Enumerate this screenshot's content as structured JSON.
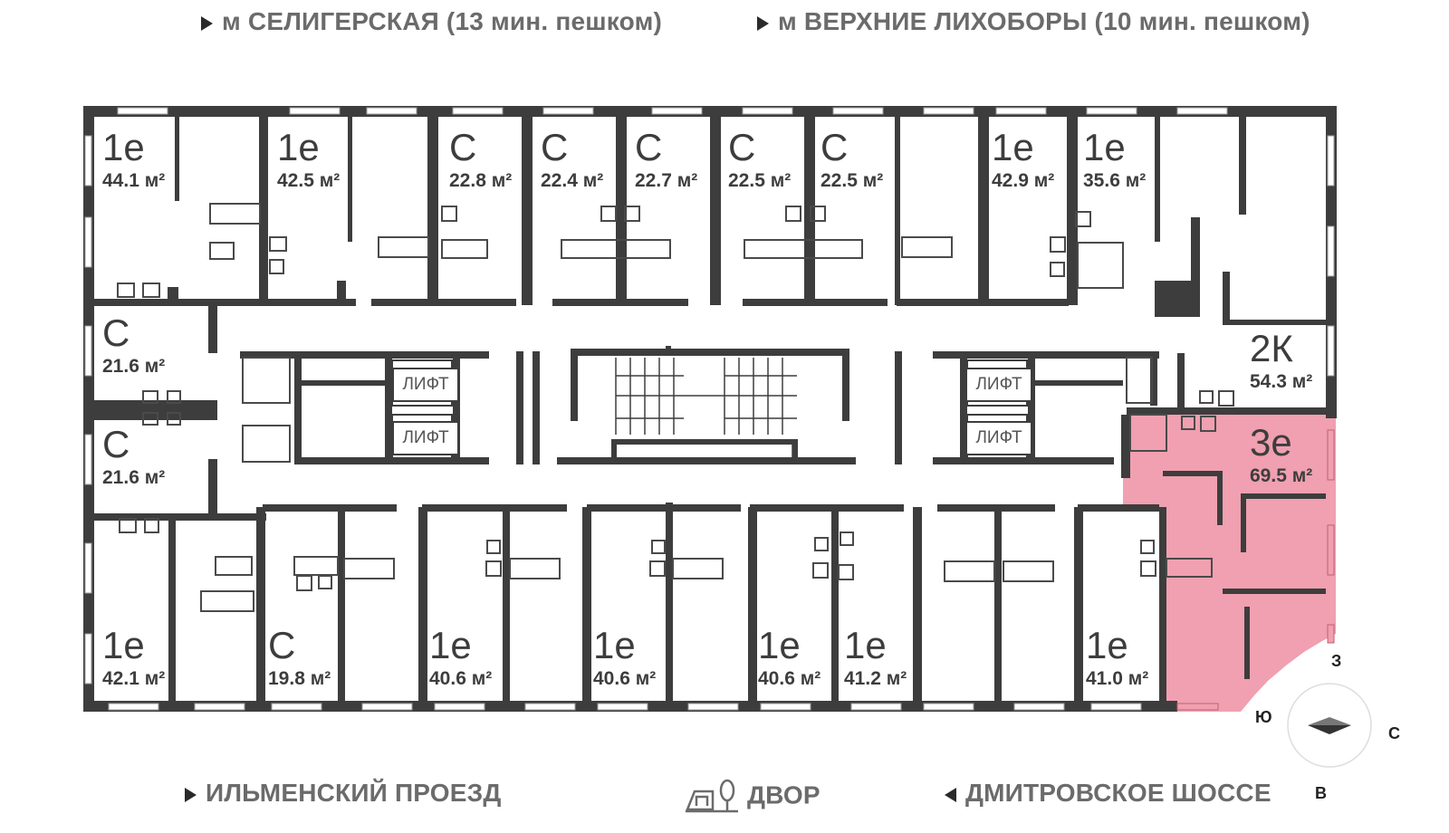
{
  "streets": {
    "top_left": "м СЕЛИГЕРСКАЯ (13 мин. пешком)",
    "top_right": "м ВЕРХНИЕ ЛИХОБОРЫ (10 мин. пешком)",
    "bottom_left": "ИЛЬМЕНСКИЙ ПРОЕЗД",
    "bottom_center": "ДВОР",
    "bottom_right": "ДМИТРОВСКОЕ ШОССЕ"
  },
  "lift_label": "ЛИФТ",
  "highlight_color": "#f0a0b0",
  "wall_color": "#3d3d3d",
  "icons": [
    "arrow-right-icon",
    "arrow-left-icon",
    "courtyard-icon",
    "compass-icon"
  ],
  "apartments_top": [
    {
      "type": "1е",
      "area": "44.1 м²"
    },
    {
      "type": "1е",
      "area": "42.5 м²"
    },
    {
      "type": "С",
      "area": "22.8 м²"
    },
    {
      "type": "С",
      "area": "22.4 м²"
    },
    {
      "type": "С",
      "area": "22.7 м²"
    },
    {
      "type": "С",
      "area": "22.5 м²"
    },
    {
      "type": "С",
      "area": "22.5 м²"
    },
    {
      "type": "1е",
      "area": "42.9 м²"
    },
    {
      "type": "1е",
      "area": "35.6 м²"
    }
  ],
  "apartments_left": [
    {
      "type": "С",
      "area": "21.6 м²"
    },
    {
      "type": "С",
      "area": "21.6 м²"
    }
  ],
  "apartments_right": [
    {
      "type": "2К",
      "area": "54.3 м²"
    },
    {
      "type": "3е",
      "area": "69.5 м²",
      "highlighted": true
    }
  ],
  "apartments_bottom": [
    {
      "type": "1е",
      "area": "42.1 м²"
    },
    {
      "type": "С",
      "area": "19.8 м²"
    },
    {
      "type": "1е",
      "area": "40.6 м²"
    },
    {
      "type": "1е",
      "area": "40.6 м²"
    },
    {
      "type": "1е",
      "area": "40.6 м²"
    },
    {
      "type": "1е",
      "area": "41.2 м²"
    },
    {
      "type": "1е",
      "area": "41.0 м²"
    }
  ],
  "compass": {
    "north": "С",
    "south": "Ю",
    "east": "В",
    "west": "З"
  }
}
